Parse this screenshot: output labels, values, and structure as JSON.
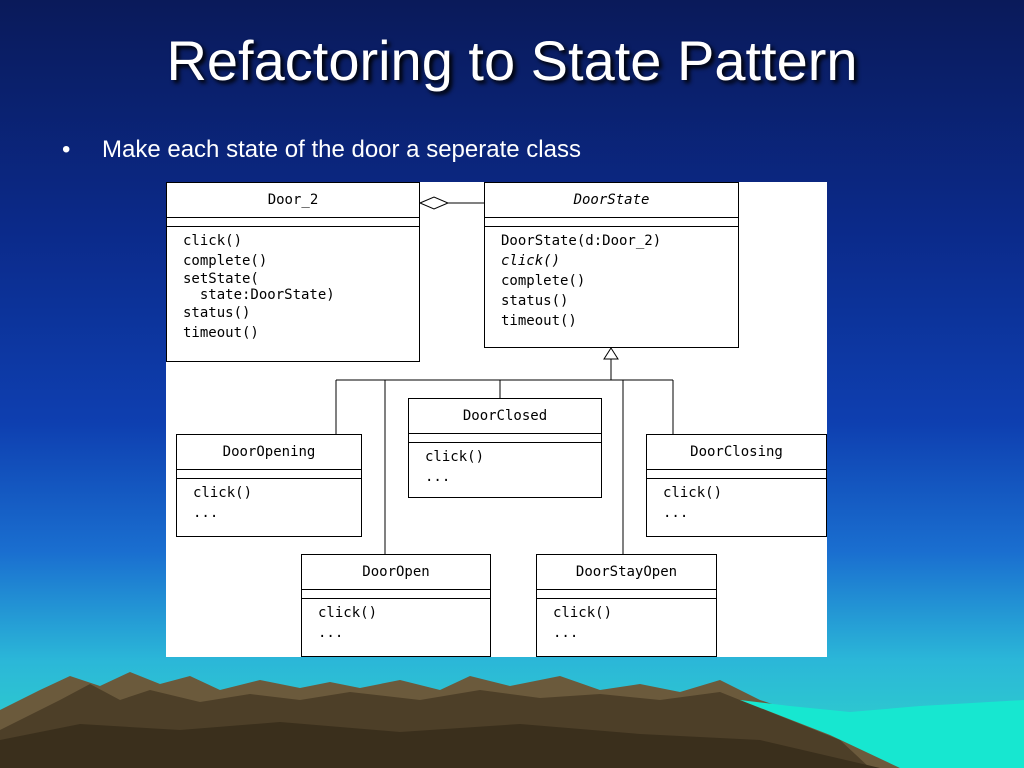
{
  "slide": {
    "title": "Refactoring to State Pattern",
    "bullet": "Make each state of the door a seperate class",
    "bullet_marker": "•"
  },
  "colors": {
    "title": "#ffffff",
    "bg_top": "#0a1a5a",
    "bg_bottom": "#2fd6c8",
    "mountain": "#6b5a3c"
  },
  "diagram": {
    "door2": {
      "name": "Door_2",
      "ops": [
        "click()",
        "complete()",
        "setState(",
        "  state:DoorState)",
        "status()",
        "timeout()"
      ]
    },
    "doorstate": {
      "name": "DoorState",
      "ops": [
        "DoorState(d:Door_2)",
        "click()",
        "complete()",
        "status()",
        "timeout()"
      ]
    },
    "doorclosed": {
      "name": "DoorClosed",
      "ops": [
        "click()",
        "..."
      ]
    },
    "dooropening": {
      "name": "DoorOpening",
      "ops": [
        "click()",
        "..."
      ]
    },
    "doorclosing": {
      "name": "DoorClosing",
      "ops": [
        "click()",
        "..."
      ]
    },
    "dooropen": {
      "name": "DoorOpen",
      "ops": [
        "click()",
        "..."
      ]
    },
    "doorstayopen": {
      "name": "DoorStayOpen",
      "ops": [
        "click()",
        "..."
      ]
    }
  }
}
